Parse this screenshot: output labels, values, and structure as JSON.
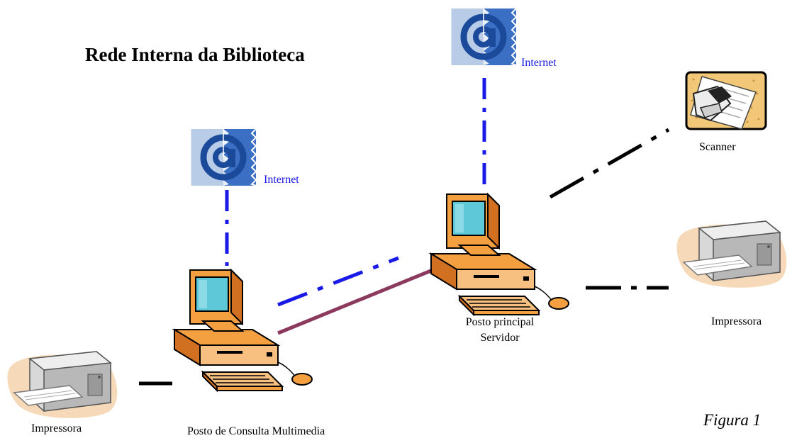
{
  "title": "Rede Interna da Biblioteca",
  "caption": "Figura 1",
  "nodes": {
    "internet_left": {
      "label": "Internet",
      "icon": "internet-at-icon"
    },
    "internet_top": {
      "label": "Internet",
      "icon": "internet-at-icon"
    },
    "scanner": {
      "label": "Scanner",
      "icon": "scanner-icon"
    },
    "printer_right": {
      "label": "Impressora",
      "icon": "printer-icon"
    },
    "printer_left": {
      "label": "Impressora",
      "icon": "printer-icon"
    },
    "server": {
      "label_line1": "Posto principal",
      "label_line2": "Servidor",
      "icon": "computer-icon"
    },
    "multimedia": {
      "label": "Posto de Consulta Multimedia",
      "icon": "computer-icon"
    }
  },
  "links": [
    {
      "from": "internet_top",
      "to": "server",
      "style": "dash-dot",
      "color": "#1a1ae6"
    },
    {
      "from": "internet_left",
      "to": "multimedia",
      "style": "dash-dot",
      "color": "#1a1ae6"
    },
    {
      "from": "multimedia",
      "to": "server",
      "style": "dash-dot",
      "color": "#1a1ae6"
    },
    {
      "from": "multimedia",
      "to": "server",
      "style": "solid",
      "color": "#8b3a5e"
    },
    {
      "from": "server",
      "to": "scanner",
      "style": "dash-dot",
      "color": "#000000"
    },
    {
      "from": "server",
      "to": "printer_right",
      "style": "dash-dot",
      "color": "#000000"
    },
    {
      "from": "multimedia",
      "to": "printer_left",
      "style": "solid",
      "color": "#000000"
    }
  ],
  "colors": {
    "internet_link": "#1a1ae6",
    "lan_link": "#8b3a5e",
    "device_link": "#000000",
    "computer_body": "#f5a040",
    "computer_screen": "#5fc8d8",
    "internet_icon": "#3a6fc4"
  }
}
